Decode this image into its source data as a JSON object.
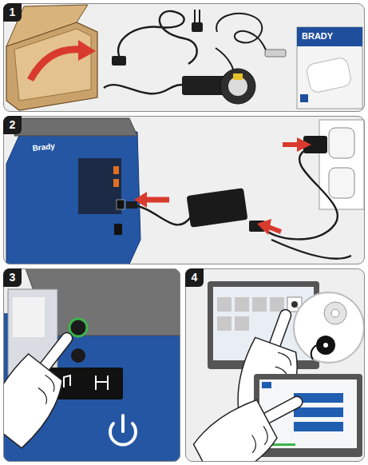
{
  "diagram": {
    "nodes": [
      {
        "text": [
          "1"
        ]
      },
      {
        "text": [
          "2"
        ]
      },
      {
        "text": [
          "3"
        ]
      },
      {
        "text": [
          "4"
        ]
      }
    ],
    "labels": [
      "BRADY",
      "Brady"
    ]
  }
}
